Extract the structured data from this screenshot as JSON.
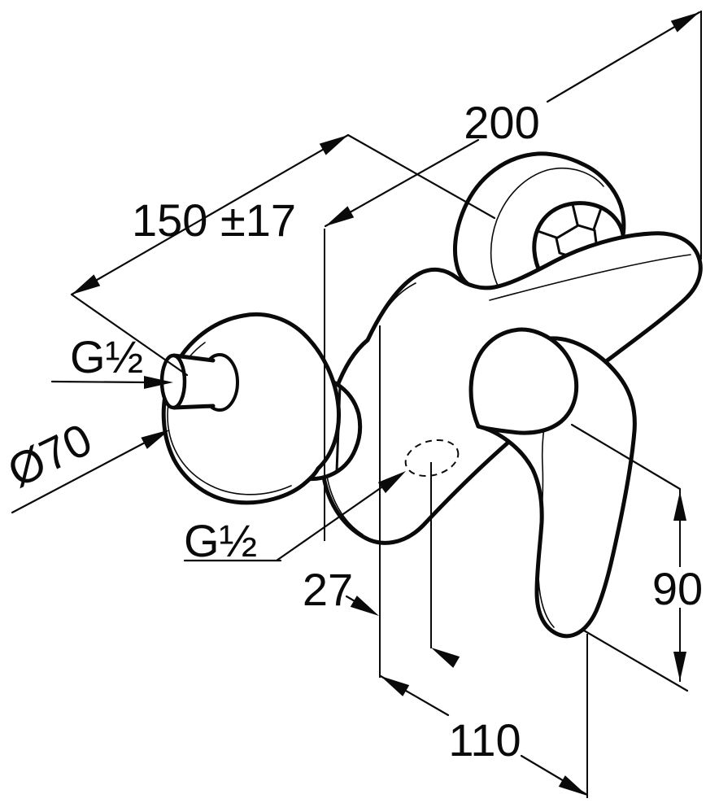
{
  "drawing": {
    "kind": "technical-dimension-drawing",
    "subject": "wall-mounted single-lever shower mixer",
    "background": "#ffffff",
    "line_color": "#0a0a0a",
    "labels": {
      "overall_width": "200",
      "connection_distance": "150 ±17",
      "thread_top": "G½",
      "escutcheon_diameter": "Ø70",
      "thread_bottom": "G½",
      "outlet_offset": "27",
      "handle_height": "90",
      "depth": "110"
    }
  }
}
